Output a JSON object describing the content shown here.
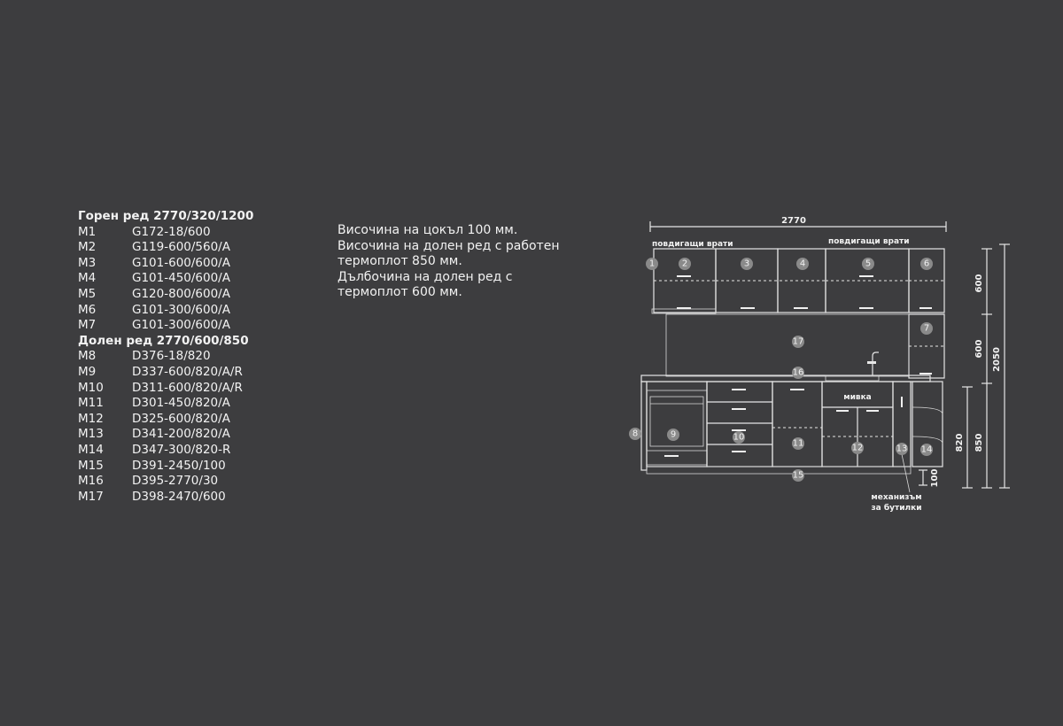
{
  "parts": {
    "upper_heading": "Горен ред 2770/320/1200",
    "upper": [
      {
        "code": "M1",
        "part": "G172-18/600"
      },
      {
        "code": "M2",
        "part": "G119-600/560/A"
      },
      {
        "code": "M3",
        "part": "G101-600/600/A"
      },
      {
        "code": "M4",
        "part": "G101-450/600/A"
      },
      {
        "code": "M5",
        "part": "G120-800/600/A"
      },
      {
        "code": "M6",
        "part": "G101-300/600/A"
      },
      {
        "code": "M7",
        "part": "G101-300/600/A"
      }
    ],
    "lower_heading": "Долен ред 2770/600/850",
    "lower": [
      {
        "code": "M8",
        "part": "D376-18/820"
      },
      {
        "code": "M9",
        "part": "D337-600/820/A/R"
      },
      {
        "code": "M10",
        "part": "D311-600/820/A/R"
      },
      {
        "code": "M11",
        "part": "D301-450/820/A"
      },
      {
        "code": "M12",
        "part": "D325-600/820/A"
      },
      {
        "code": "M13",
        "part": "D341-200/820/A"
      },
      {
        "code": "M14",
        "part": "D347-300/820-R"
      },
      {
        "code": "M15",
        "part": "D391-2450/100"
      },
      {
        "code": "M16",
        "part": "D395-2770/30"
      },
      {
        "code": "M17",
        "part": "D398-2470/600"
      }
    ]
  },
  "notes": [
    "Височина на цокъл 100 мм.",
    "Височина на долен ред с работен",
    "термоплот 850 мм.",
    "Дълбочина на долен ред с",
    "термоплот 600 мм."
  ],
  "drawing": {
    "total_width": "2770",
    "upper_left_label": "повдигащи врати",
    "upper_right_label": "повдигащи врати",
    "sink_label": "мивка",
    "mechanism_label_1": "механизъм",
    "mechanism_label_2": "за бутилки",
    "dims": {
      "upper_600": "600",
      "mid_600": "600",
      "total_2050": "2050",
      "h_850": "850",
      "h_820": "820",
      "h_100": "100"
    },
    "badges": [
      "1",
      "2",
      "3",
      "4",
      "5",
      "6",
      "7",
      "8",
      "9",
      "10",
      "11",
      "12",
      "13",
      "14",
      "15",
      "16",
      "17"
    ]
  }
}
